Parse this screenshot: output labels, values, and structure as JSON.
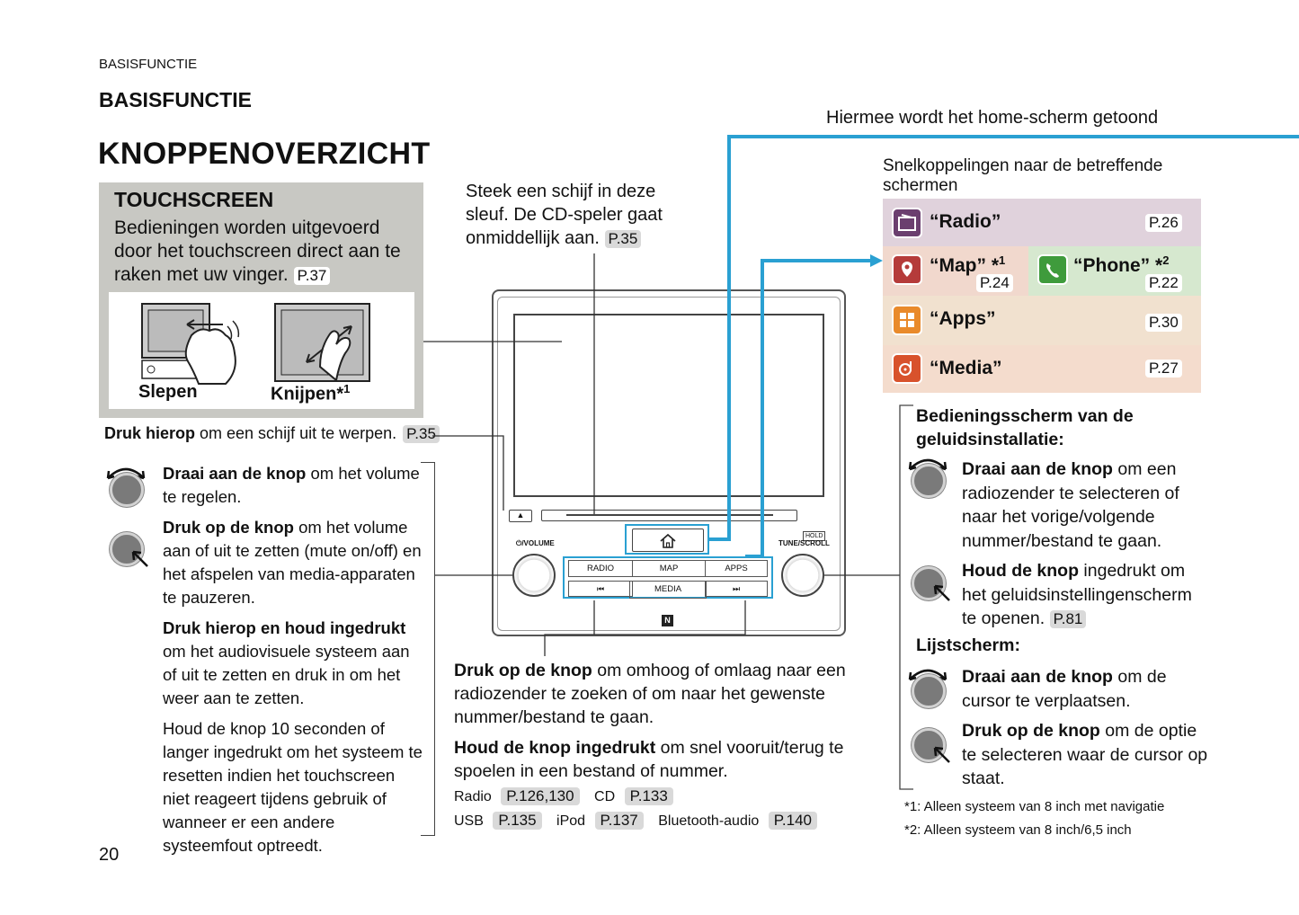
{
  "header": {
    "running": "BASISFUNCTIE",
    "section": "BASISFUNCTIE",
    "title": "KNOPPENOVERZICHT",
    "page_number": "20"
  },
  "touchscreen": {
    "title": "TOUCHSCREEN",
    "desc": "Bedieningen worden uitgevoerd door het touchscreen direct aan te raken met uw vinger.",
    "ref": "P.37",
    "gesture_drag": "Slepen",
    "gesture_pinch": "Knijpen*",
    "gesture_pinch_sup": "1"
  },
  "eject": {
    "bold": "Druk hierop",
    "text": " om een schijf uit te werpen.",
    "ref": "P.35"
  },
  "disc_slot": {
    "text": "Steek een schijf in deze sleuf. De CD-speler gaat onmiddellijk aan.",
    "ref": "P.35"
  },
  "home_callout": "Hiermee wordt het home-scherm getoond",
  "shortcuts": {
    "intro": "Snelkoppelingen naar de betreffende schermen",
    "radio": {
      "label": "“Radio”",
      "ref": "P.26"
    },
    "map": {
      "label": "“Map” *",
      "sup": "1",
      "ref": "P.24"
    },
    "phone": {
      "label": "“Phone” *",
      "sup": "2",
      "ref": "P.22"
    },
    "apps": {
      "label": "“Apps”",
      "ref": "P.30"
    },
    "media": {
      "label": "“Media”",
      "ref": "P.27"
    }
  },
  "unit": {
    "volume_label": "⏻/VOLUME",
    "tune_label": "TUNE/SCROLL",
    "hold_badge": "HOLD",
    "btn_radio": "RADIO",
    "btn_map": "MAP",
    "btn_apps": "APPS",
    "btn_media": "MEDIA",
    "btn_prev": "⏮",
    "btn_next": "⏭",
    "nfc": "N"
  },
  "volume_knob": {
    "turn_bold": "Draai aan de knop",
    "turn_text": " om het volume te regelen.",
    "press_bold": "Druk op de knop",
    "press_text": " om het volume aan of uit te zetten (mute on/off) en het afspelen van media-apparaten te pauzeren.",
    "hold_bold": "Druk hierop en houd ingedrukt",
    "hold_text": " om het audiovisuele systeem aan of uit te zetten en druk in om het weer aan te zetten.",
    "reset_text": "Houd de knop 10 seconden of langer ingedrukt om het systeem te resetten indien het touchscreen niet reageert tijdens gebruik of wanneer er een andere systeemfout optreedt."
  },
  "seek": {
    "p1_bold": "Druk op de knop",
    "p1_text": " om omhoog of omlaag naar een radiozender te zoeken of om naar het gewenste nummer/bestand te gaan.",
    "p2_bold": "Houd de knop ingedrukt",
    "p2_text": " om snel vooruit/terug te spoelen in een bestand of nummer.",
    "refs": [
      {
        "label": "Radio",
        "ref": "P.126,130"
      },
      {
        "label": "CD",
        "ref": "P.133"
      },
      {
        "label": "USB",
        "ref": "P.135"
      },
      {
        "label": "iPod",
        "ref": "P.137"
      },
      {
        "label": "Bluetooth-audio",
        "ref": "P.140"
      }
    ]
  },
  "tune_knob": {
    "sound_title": "Bedieningsscherm van de geluidsinstallatie:",
    "turn_bold": "Draai aan de knop",
    "turn_text": " om een radiozender te selecteren of naar het vorige/volgende nummer/bestand te gaan.",
    "hold_bold": "Houd de knop",
    "hold_text": " ingedrukt om het geluidsinstellingenscherm te openen.",
    "hold_ref": "P.81",
    "list_title": "Lijstscherm:",
    "list_turn_bold": "Draai aan de knop",
    "list_turn_text": " om de cursor te verplaatsen.",
    "list_press_bold": "Druk op de knop",
    "list_press_text": " om de optie te selecteren waar de cursor op staat."
  },
  "footnotes": {
    "n1": "*1: Alleen systeem van 8 inch met navigatie",
    "n2": "*2: Alleen systeem van 8 inch/6,5 inch"
  },
  "colors": {
    "callout_blue": "#2aa0d2",
    "radio_bg": "#e0d2dc",
    "map_bg": "#f1d8cd",
    "phone_bg": "#d6e8cf",
    "apps_bg": "#f1e1cf",
    "media_bg": "#f4dccd",
    "touch_box": "#c8c8c3"
  }
}
